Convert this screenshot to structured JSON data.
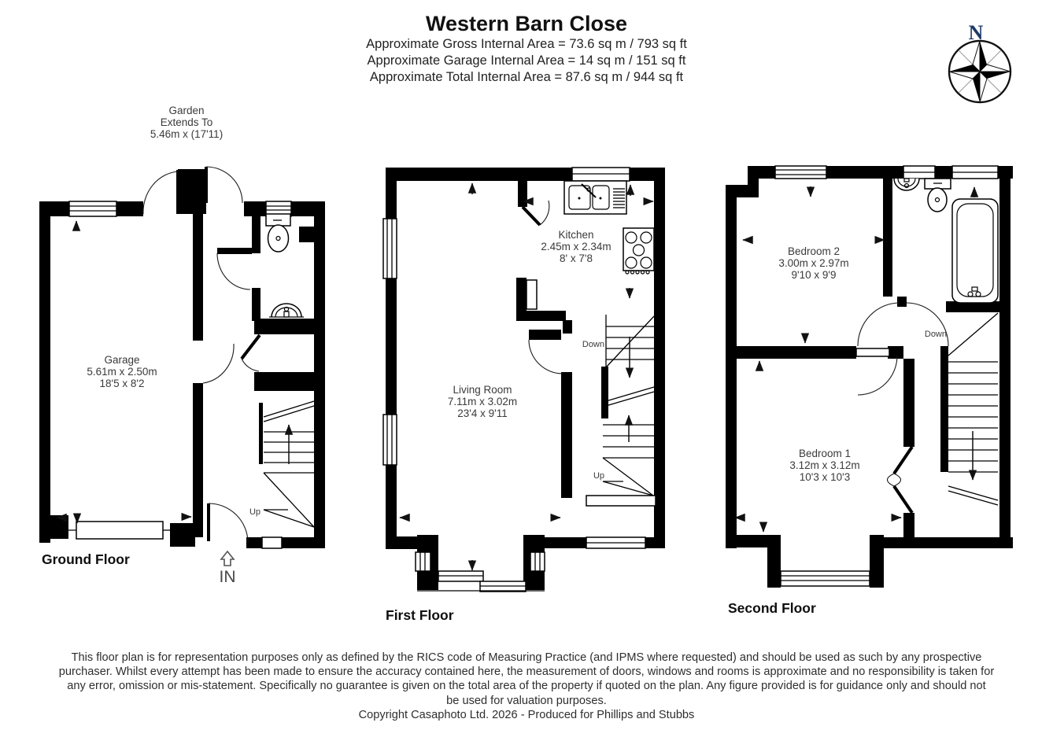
{
  "colors": {
    "wall": "#000000",
    "label_text": "#3a3a3a",
    "compass_north": "#1d3a68"
  },
  "header": {
    "title": "Western Barn Close",
    "area_lines": [
      "Approximate Gross Internal Area = 73.6 sq m / 793 sq ft",
      "Approximate Garage Internal Area = 14 sq m / 151 sq ft",
      "Approximate Total Internal Area = 87.6 sq m / 944 sq ft"
    ]
  },
  "compass": {
    "label": "N"
  },
  "garden_note": {
    "line1": "Garden",
    "line2": "Extends To",
    "line3": "5.46m x (17'11)"
  },
  "floors": {
    "ground": {
      "label": "Ground Floor",
      "entrance_label": "IN",
      "stair_up": "Up",
      "rooms": {
        "garage": {
          "name": "Garage",
          "metric": "5.61m x 2.50m",
          "imperial": "18'5 x 8'2"
        }
      }
    },
    "first": {
      "label": "First Floor",
      "stair_up": "Up",
      "stair_down": "Down",
      "rooms": {
        "kitchen": {
          "name": "Kitchen",
          "metric": "2.45m x 2.34m",
          "imperial": "8' x 7'8"
        },
        "living_room": {
          "name": "Living Room",
          "metric": "7.11m x 3.02m",
          "imperial": "23'4 x 9'11"
        }
      }
    },
    "second": {
      "label": "Second Floor",
      "stair_down": "Down",
      "rooms": {
        "bedroom2": {
          "name": "Bedroom 2",
          "metric": "3.00m x 2.97m",
          "imperial": "9'10 x 9'9"
        },
        "bedroom1": {
          "name": "Bedroom 1",
          "metric": "3.12m x 3.12m",
          "imperial": "10'3 x 10'3"
        }
      }
    }
  },
  "footer": {
    "lines": [
      "This floor plan is for representation purposes only as defined by the RICS code of Measuring Practice (and IPMS where requested) and should be used as such by any prospective",
      "purchaser. Whilst every attempt has been made to ensure the accuracy contained here, the measurement of doors, windows and rooms is approximate and no responsibility is taken for",
      "any error, omission or mis-statement. Specifically no guarantee is given on the total area of the property if quoted on the plan. Any figure provided is for guidance only and should not",
      "be used for valuation purposes.",
      "Copyright Casaphoto Ltd. 2026 - Produced for Phillips and Stubbs"
    ]
  }
}
